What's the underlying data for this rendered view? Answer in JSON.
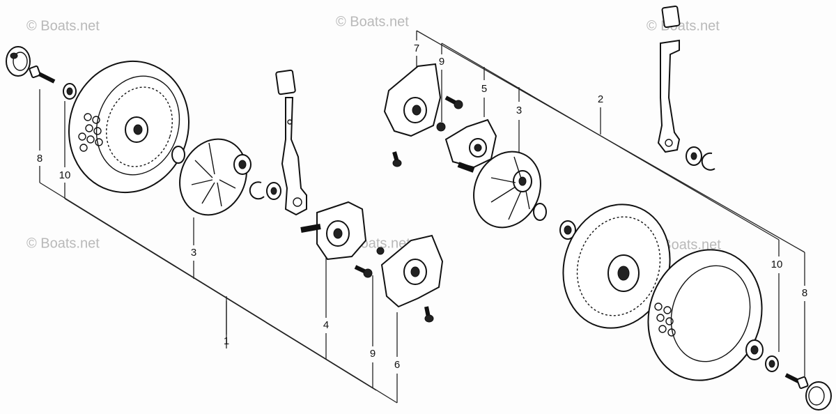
{
  "watermark": "© Boats.net",
  "callouts": {
    "n1": "1",
    "n2": "2",
    "n3a": "3",
    "n3b": "3",
    "n4": "4",
    "n5": "5",
    "n6": "6",
    "n7": "7",
    "n8a": "8",
    "n8b": "8",
    "n9a": "9",
    "n9b": "9",
    "n10a": "10",
    "n10b": "10"
  }
}
